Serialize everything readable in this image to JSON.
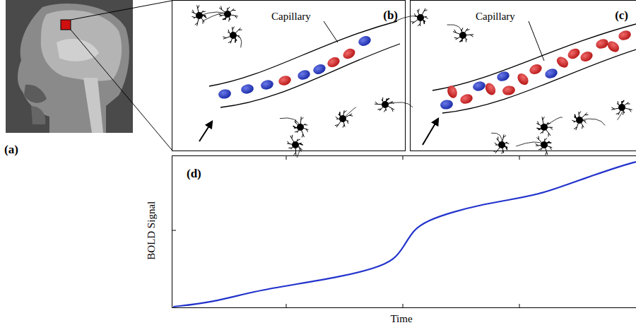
{
  "diagram": {
    "nodes": [
      {
        "text": [
          "(b)",
          "Capillary"
        ]
      },
      {
        "text": [
          "(c)",
          "Capillary"
        ]
      },
      {
        "text": [
          "(d)"
        ]
      }
    ],
    "labels": [
      "(a)",
      "BOLD Signal",
      "Time"
    ]
  }
}
